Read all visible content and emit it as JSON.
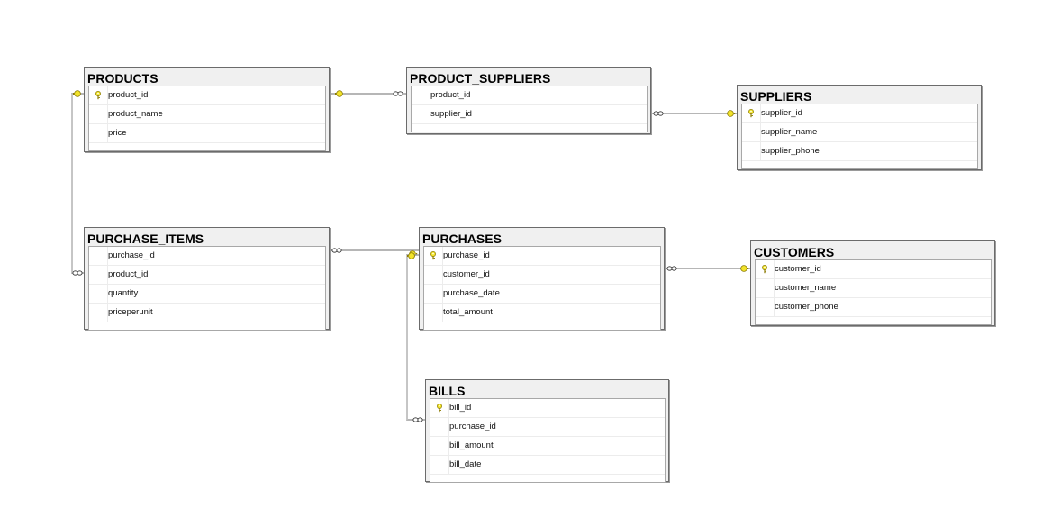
{
  "diagram": {
    "tables": [
      {
        "id": "products",
        "title": "PRODUCTS",
        "columns": [
          {
            "name": "product_id",
            "pk": true
          },
          {
            "name": "product_name",
            "pk": false
          },
          {
            "name": "price",
            "pk": false
          }
        ]
      },
      {
        "id": "product_suppliers",
        "title": "PRODUCT_SUPPLIERS",
        "columns": [
          {
            "name": "product_id",
            "pk": false
          },
          {
            "name": "supplier_id",
            "pk": false
          }
        ]
      },
      {
        "id": "suppliers",
        "title": "SUPPLIERS",
        "columns": [
          {
            "name": "supplier_id",
            "pk": true
          },
          {
            "name": "supplier_name",
            "pk": false
          },
          {
            "name": "supplier_phone",
            "pk": false
          }
        ]
      },
      {
        "id": "purchase_items",
        "title": "PURCHASE_ITEMS",
        "columns": [
          {
            "name": "purchase_id",
            "pk": false
          },
          {
            "name": "product_id",
            "pk": false
          },
          {
            "name": "quantity",
            "pk": false
          },
          {
            "name": "priceperunit",
            "pk": false
          }
        ]
      },
      {
        "id": "purchases",
        "title": "PURCHASES",
        "columns": [
          {
            "name": "purchase_id",
            "pk": true
          },
          {
            "name": "customer_id",
            "pk": false
          },
          {
            "name": "purchase_date",
            "pk": false
          },
          {
            "name": "total_amount",
            "pk": false
          }
        ]
      },
      {
        "id": "customers",
        "title": "CUSTOMERS",
        "columns": [
          {
            "name": "customer_id",
            "pk": true
          },
          {
            "name": "customer_name",
            "pk": false
          },
          {
            "name": "customer_phone",
            "pk": false
          }
        ]
      },
      {
        "id": "bills",
        "title": "BILLS",
        "columns": [
          {
            "name": "bill_id",
            "pk": true
          },
          {
            "name": "purchase_id",
            "pk": false
          },
          {
            "name": "bill_amount",
            "pk": false
          },
          {
            "name": "bill_date",
            "pk": false
          }
        ]
      }
    ],
    "relationships": [
      {
        "from": "products",
        "to": "product_suppliers"
      },
      {
        "from": "suppliers",
        "to": "product_suppliers"
      },
      {
        "from": "products",
        "to": "purchase_items"
      },
      {
        "from": "purchases",
        "to": "purchase_items"
      },
      {
        "from": "customers",
        "to": "purchases"
      },
      {
        "from": "purchases",
        "to": "bills"
      }
    ],
    "colors": {
      "key_fill": "#f2e32a",
      "key_stroke": "#8a7a00",
      "line": "#6f6f6f"
    }
  }
}
